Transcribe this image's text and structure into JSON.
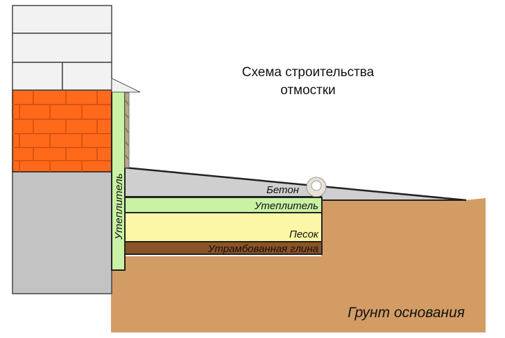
{
  "title_line1": "Схема строительства",
  "title_line2": "отмостки",
  "labels": {
    "wall_insulation": "Утеплитель",
    "concrete": "Бетон",
    "blind_insulation": "Утеплитель",
    "sand": "Песок",
    "clay": "Утрамбованная глина",
    "ground": "Грунт основания"
  },
  "colors": {
    "block": "#f2f2f2",
    "brick": "#ff6a1a",
    "mortar": "#d95313",
    "foundation": "#c3c3c3",
    "insulation": "#c9f2a4",
    "concrete": "#cfcfcf",
    "sand": "#fbf7a6",
    "clay": "#8c5326",
    "ground": "#d49c65",
    "outline": "#222222"
  }
}
